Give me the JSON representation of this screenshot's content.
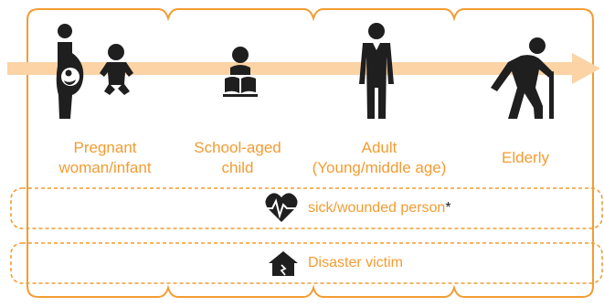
{
  "colors": {
    "accent": "#f39c32",
    "arrow": "#fbd3a5",
    "icon": "#1f1f1f",
    "text_dark": "#222222"
  },
  "stages": [
    {
      "label": "Pregnant\nwoman/infant",
      "icon": "pregnant-woman-and-infant-icon"
    },
    {
      "label": "School-aged\nchild",
      "icon": "child-reading-book-icon"
    },
    {
      "label": "Adult\n(Young/middle age)",
      "icon": "adult-person-icon"
    },
    {
      "label": "Elderly",
      "icon": "elderly-person-with-cane-icon"
    }
  ],
  "rows": [
    {
      "label": "sick/wounded person",
      "suffix": "*",
      "icon": "heart-pulse-icon"
    },
    {
      "label": "Disaster victim",
      "icon": "damaged-house-icon"
    }
  ]
}
